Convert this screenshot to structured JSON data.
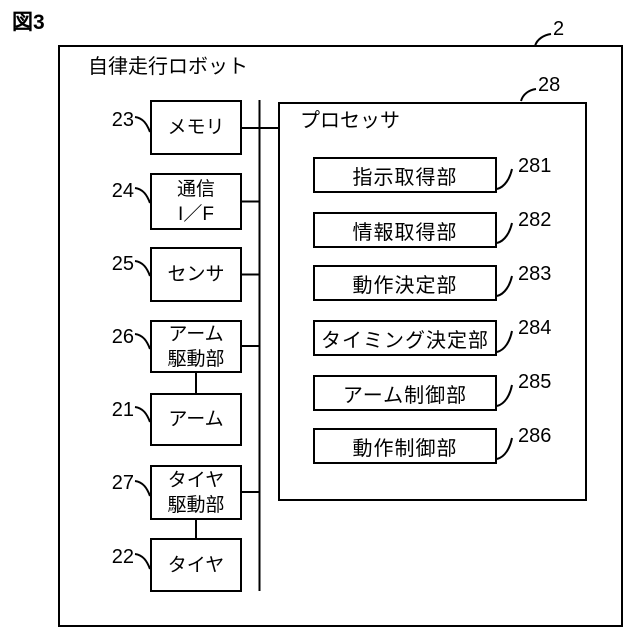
{
  "figure_label": "図3",
  "system": {
    "title": "自律走行ロボット",
    "ref": "2"
  },
  "components": [
    {
      "ref": "23",
      "label": "メモリ"
    },
    {
      "ref": "24",
      "label": "通信\nI／F"
    },
    {
      "ref": "25",
      "label": "センサ"
    },
    {
      "ref": "26",
      "label": "アーム\n駆動部"
    },
    {
      "ref": "21",
      "label": "アーム"
    },
    {
      "ref": "27",
      "label": "タイヤ\n駆動部"
    },
    {
      "ref": "22",
      "label": "タイヤ"
    }
  ],
  "processor": {
    "title": "プロセッサ",
    "ref": "28",
    "units": [
      {
        "ref": "281",
        "label": "指示取得部"
      },
      {
        "ref": "282",
        "label": "情報取得部"
      },
      {
        "ref": "283",
        "label": "動作決定部"
      },
      {
        "ref": "284",
        "label": "タイミング決定部"
      },
      {
        "ref": "285",
        "label": "アーム制御部"
      },
      {
        "ref": "286",
        "label": "動作制御部"
      }
    ]
  },
  "colors": {
    "line": "#000000",
    "background": "#ffffff",
    "text": "#000000"
  }
}
